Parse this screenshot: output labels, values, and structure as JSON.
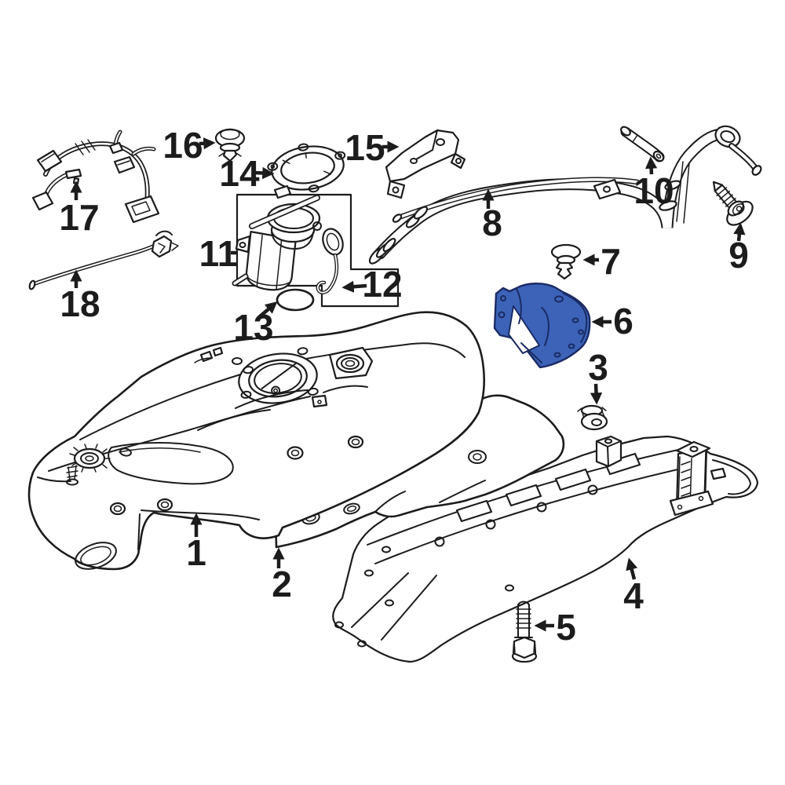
{
  "figure": {
    "kind": "exploded-parts-diagram",
    "background_color": "#ffffff",
    "line_color": "#1c1c1c",
    "highlight_fill_color": "#3c63b8",
    "highlight_stroke_color": "#1b2b63",
    "highlighted_callout": "6",
    "callouts": [
      {
        "label": "1"
      },
      {
        "label": "2"
      },
      {
        "label": "3"
      },
      {
        "label": "4"
      },
      {
        "label": "5"
      },
      {
        "label": "6"
      },
      {
        "label": "7"
      },
      {
        "label": "8"
      },
      {
        "label": "9"
      },
      {
        "label": "10"
      },
      {
        "label": "11"
      },
      {
        "label": "12"
      },
      {
        "label": "13"
      },
      {
        "label": "14"
      },
      {
        "label": "15"
      },
      {
        "label": "16"
      },
      {
        "label": "17"
      },
      {
        "label": "18"
      }
    ]
  }
}
